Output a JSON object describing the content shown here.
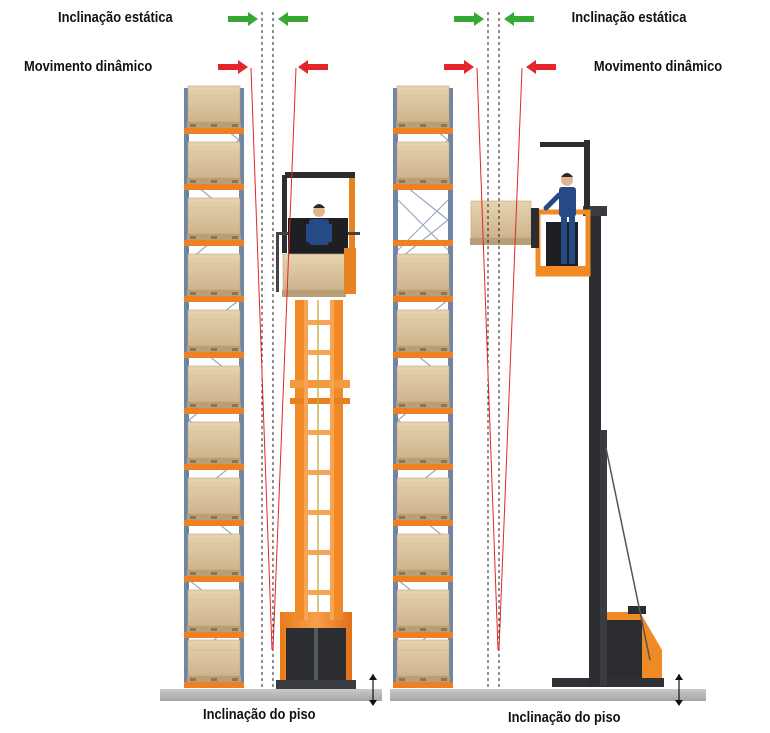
{
  "labels": {
    "static_left": "Inclinação estática",
    "dynamic_left": "Movimento dinâmico",
    "static_right": "Inclinação estática",
    "dynamic_right": "Movimento dinâmico",
    "floor_left": "Inclinação do piso",
    "floor_right": "Inclinação do piso"
  },
  "colors": {
    "rack_upright": "#6f85a6",
    "rack_brace": "#8d9db8",
    "beam": "#ee7f22",
    "box": "#dcc6a0",
    "pallet": "#b99f77",
    "mast_orange": "#f08a24",
    "mast_dark": "#2b2d30",
    "floor": "#b7b8b9",
    "static_arrow": "#36a935",
    "dynamic_arrow": "#e4262b",
    "dynamic_line": "#e4262b",
    "worker": "#254a86"
  },
  "icons": {
    "static_arrows": "green-converging-arrows",
    "dynamic_arrows": "red-converging-arrows",
    "floor_marker": "double-headed-vertical-arrow"
  }
}
